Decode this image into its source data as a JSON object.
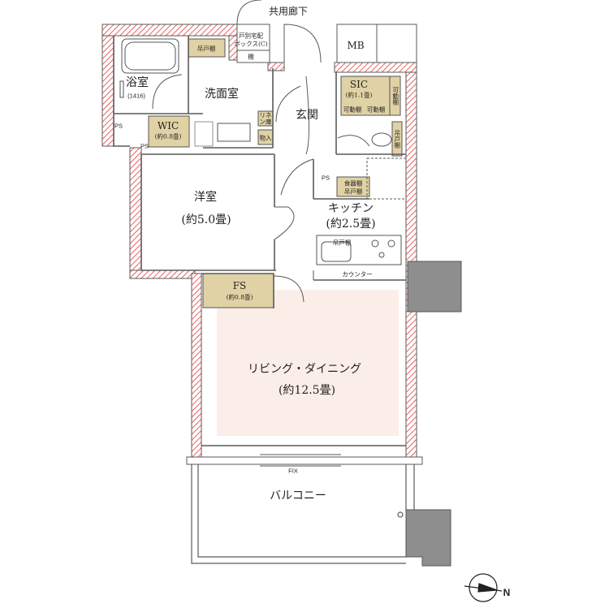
{
  "colors": {
    "wall": "#5a5a5a",
    "hatch": "#e23a3a",
    "storage": "#e0d2a4",
    "ldk_floor": "#fbeee8",
    "balcony_block": "#8e8e8e"
  },
  "corridor": {
    "label": "共用廊下"
  },
  "entrance_box": {
    "line1": "戸別宅配",
    "line2": "ボックス(C)",
    "shelf": "棚"
  },
  "mb": {
    "label": "MB"
  },
  "bath": {
    "label": "浴室",
    "size": "(1416)",
    "shelf": "吊戸棚"
  },
  "washroom": {
    "label": "洗面室",
    "linen": "リネン庫",
    "storage": "物入"
  },
  "genkan": {
    "label": "玄関"
  },
  "sic": {
    "label": "SIC",
    "size": "(約1.1畳)",
    "shelf1": "可動棚",
    "shelf2": "可動棚",
    "side_shelf": "可動棚"
  },
  "wic": {
    "label": "WIC",
    "size": "(約0.8畳)"
  },
  "ps": {
    "label": "PS"
  },
  "western_room": {
    "label": "洋室",
    "size": "(約5.0畳)"
  },
  "kitchen": {
    "label": "キッチン",
    "size": "(約2.5畳)",
    "hanging_shelf": "吊戸棚",
    "counter": "カウンター",
    "pantry": "食器棚",
    "pantry_sub": "吊戸棚",
    "side_shelf": "吊戸棚"
  },
  "fs": {
    "label": "FS",
    "size": "(約0.8畳)"
  },
  "living": {
    "label": "リビング・ダイニング",
    "size": "(約12.5畳)"
  },
  "fix": {
    "label": "FIX"
  },
  "balcony": {
    "label": "バルコニー"
  },
  "compass": {
    "label": "N"
  }
}
